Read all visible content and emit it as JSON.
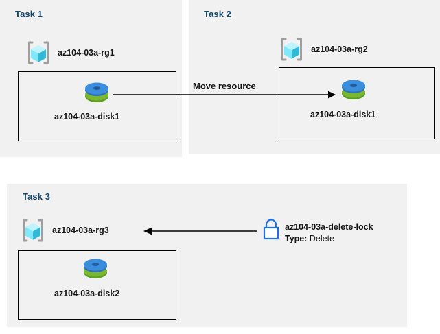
{
  "diagram": {
    "title": "Azure resource group tasks diagram",
    "background_color": "#ffffff",
    "panel_color": "#f1f1f1",
    "title_color": "#14496e",
    "accent_lock_color": "#1f6fe0",
    "disk_top_color": "#3b8ede",
    "disk_bottom_color": "#7ab82f",
    "rg_cube_color": "#50e6ff",
    "rg_bracket_color": "#9e9e9e"
  },
  "panels": [
    {
      "id": "task1",
      "title": "Task 1",
      "resource_group": {
        "name": "az104-03a-rg1",
        "icon": "resource-group-icon"
      },
      "resource": {
        "name": "az104-03a-disk1",
        "icon": "managed-disk-icon"
      }
    },
    {
      "id": "task2",
      "title": "Task 2",
      "resource_group": {
        "name": "az104-03a-rg2",
        "icon": "resource-group-icon"
      },
      "resource": {
        "name": "az104-03a-disk1",
        "icon": "managed-disk-icon"
      }
    },
    {
      "id": "task3",
      "title": "Task 3",
      "resource_group": {
        "name": "az104-03a-rg3",
        "icon": "resource-group-icon"
      },
      "resource": {
        "name": "az104-03a-disk2",
        "icon": "managed-disk-icon"
      },
      "lock": {
        "icon": "lock-icon",
        "name": "az104-03a-delete-lock",
        "type_label": "Type:",
        "type_value": "Delete"
      }
    }
  ],
  "connectors": [
    {
      "id": "move-resource-arrow",
      "label": "Move resource",
      "direction": "right"
    },
    {
      "id": "lock-applies-to-arrow",
      "label": "",
      "direction": "left"
    }
  ]
}
